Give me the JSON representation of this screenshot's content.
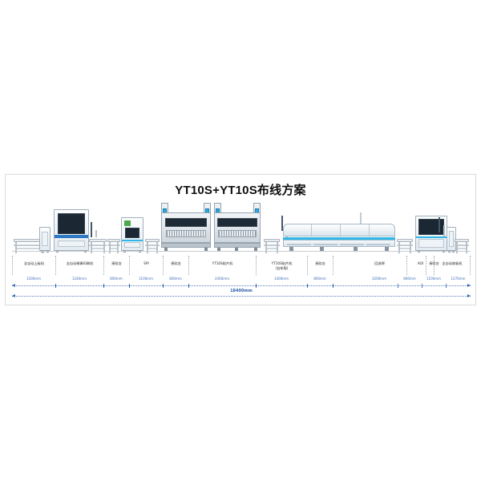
{
  "diagram": {
    "title": "YT10S+YT10S布线方案",
    "total_dimension": "18400mm",
    "accent_color": "#2fb7e8",
    "dimension_text_color": "#3b6bb5",
    "background": "#ffffff"
  },
  "stations": [
    {
      "key": "loader",
      "label": "全自动上板机",
      "label2": "",
      "dimension": "1200mm",
      "icon": "conveyor-icon"
    },
    {
      "key": "printer",
      "label": "全自动锡膏印刷机",
      "label2": "",
      "dimension": "1240mm",
      "icon": "solder-printer-icon"
    },
    {
      "key": "buffer1",
      "label": "接驳台",
      "label2": "",
      "dimension": "800mm",
      "icon": "conveyor-icon"
    },
    {
      "key": "spi",
      "label": "SPI",
      "label2": "",
      "dimension": "1100mm",
      "icon": "spi-inspection-icon"
    },
    {
      "key": "buffer2",
      "label": "接驳台",
      "label2": "",
      "dimension": "800mm",
      "icon": "conveyor-icon"
    },
    {
      "key": "mounter1",
      "label": "YT10S贴片机",
      "label2": "",
      "dimension": "2400mm",
      "icon": "pick-and-place-icon"
    },
    {
      "key": "mounter2",
      "label": "YT10S贴片机",
      "label2": "(台车版)",
      "dimension": "1400mm",
      "icon": "pick-and-place-icon"
    },
    {
      "key": "buffer3",
      "label": "接驳台",
      "label2": "",
      "dimension": "800mm",
      "icon": "conveyor-icon"
    },
    {
      "key": "reflow",
      "label": "回流焊",
      "label2": "",
      "dimension": "3200mm",
      "icon": "reflow-oven-icon"
    },
    {
      "key": "buffer4",
      "label": "接驳台",
      "label2": "",
      "dimension": "800mm",
      "icon": "conveyor-icon"
    },
    {
      "key": "aoi",
      "label": "AOI",
      "label2": "",
      "dimension": "1100mm",
      "icon": "aoi-inspection-icon"
    },
    {
      "key": "unloader",
      "label": "全自动收板机",
      "label2": "",
      "dimension": "1270mm",
      "icon": "conveyor-icon"
    }
  ]
}
